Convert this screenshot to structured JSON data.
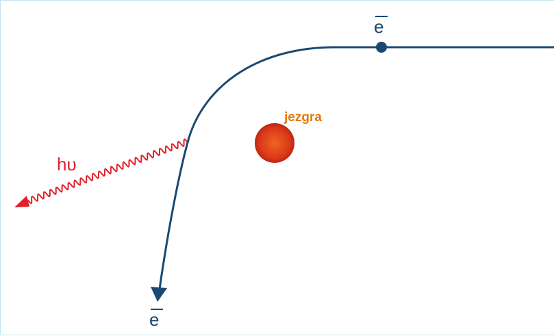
{
  "labels": {
    "electron_in": "e",
    "electron_out": "e",
    "photon": "hυ",
    "nucleus": "jezgra"
  },
  "icons": {
    "electron_marker": "electron-dot",
    "nucleus": "nucleus-sphere",
    "photon": "wavy-arrow"
  },
  "colors": {
    "electron_path": "#1a4872",
    "photon": "#e0202c",
    "nucleus_label": "#e8780a",
    "nucleus_core": "#e2441a",
    "nucleus_edge": "#b11d10",
    "electron_text": "#1a4872",
    "frame": "#bfe3ef"
  }
}
